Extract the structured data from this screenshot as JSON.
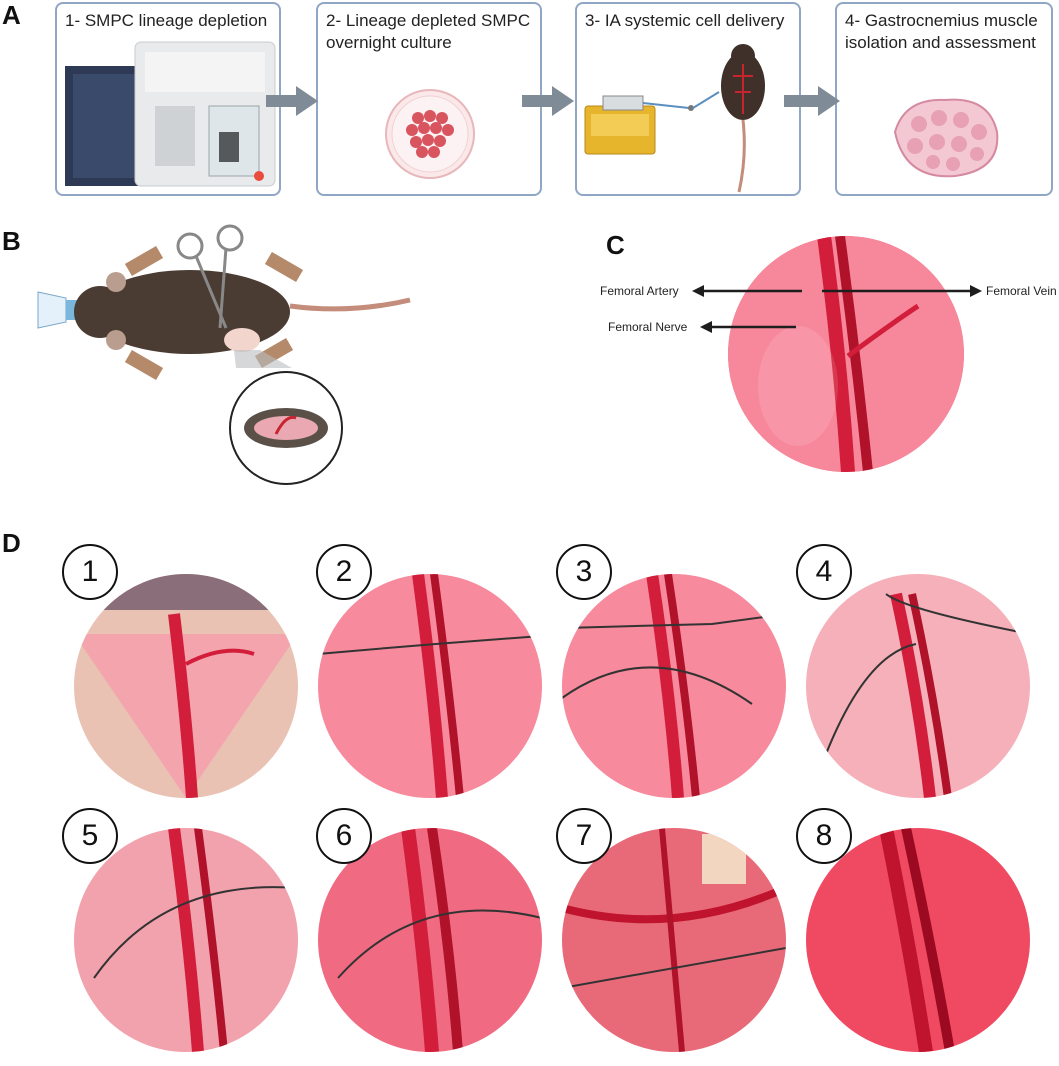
{
  "panels": {
    "a": "A",
    "b": "B",
    "c": "C",
    "d": "D"
  },
  "steps": [
    {
      "label": "1- SMPC lineage depletion"
    },
    {
      "label": "2- Lineage depleted SMPC overnight culture"
    },
    {
      "label": "3- IA systemic cell delivery"
    },
    {
      "label": "4- Gastrocnemius muscle isolation and assessment"
    }
  ],
  "panel_c": {
    "artery_label": "Femoral Artery",
    "vein_label": "Femoral Vein",
    "nerve_label": "Femoral Nerve"
  },
  "panel_d": {
    "numbers": [
      "1",
      "2",
      "3",
      "4",
      "5",
      "6",
      "7",
      "8"
    ]
  },
  "colors": {
    "box_border": "#8fa7c4",
    "arrow": "#7f8c97",
    "tissue": "#d8455e",
    "mouse": "#4a3b33"
  }
}
